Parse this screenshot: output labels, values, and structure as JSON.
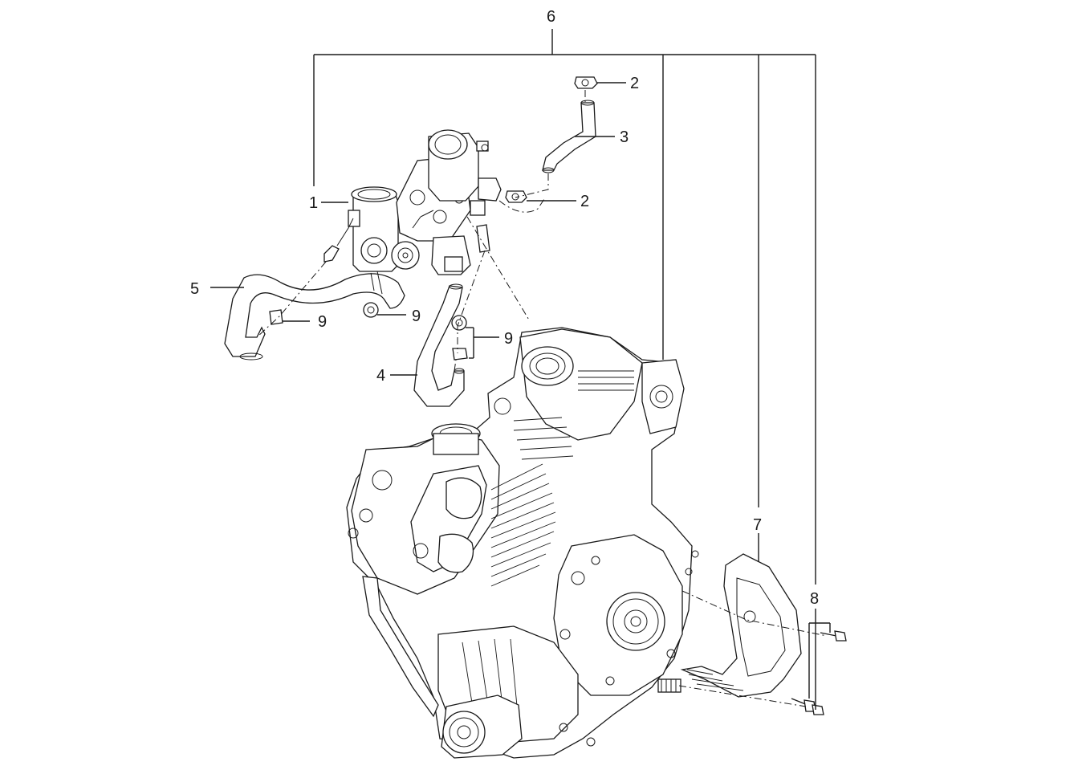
{
  "callouts": {
    "c1": "1",
    "c2a": "2",
    "c2b": "2",
    "c3": "3",
    "c4": "4",
    "c5": "5",
    "c6": "6",
    "c7": "7",
    "c8": "8",
    "c9a": "9",
    "c9b": "9",
    "c9c": "9"
  },
  "colors": {
    "line": "#1a1a1a",
    "background": "#ffffff"
  }
}
